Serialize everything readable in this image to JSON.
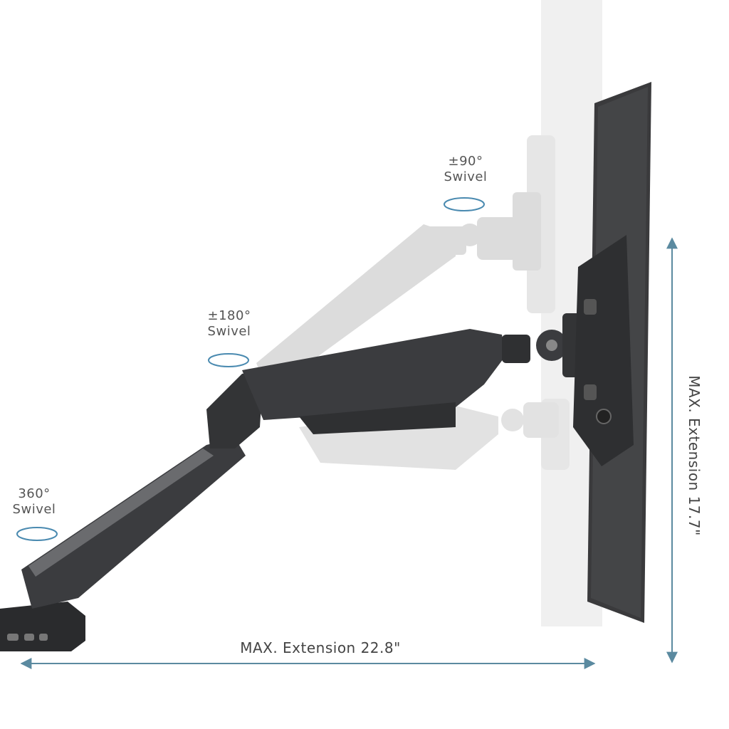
{
  "annotations": {
    "tilt_top": {
      "angle": "±90°",
      "text": "Swivel"
    },
    "arm_mid": {
      "angle": "±180°",
      "text": "Swivel"
    },
    "base": {
      "angle": "360°",
      "text": "Swivel"
    }
  },
  "dimensions": {
    "horizontal": "MAX. Extension 22.8\"",
    "vertical": "MAX. Extension 17.7\""
  },
  "colors": {
    "arm": "#3b3c3f",
    "arm_dark": "#2a2b2d",
    "ghost": "#d9d9d9",
    "dimension_line": "#5b8aa0",
    "swivel_ring": "#4a8ab0"
  }
}
